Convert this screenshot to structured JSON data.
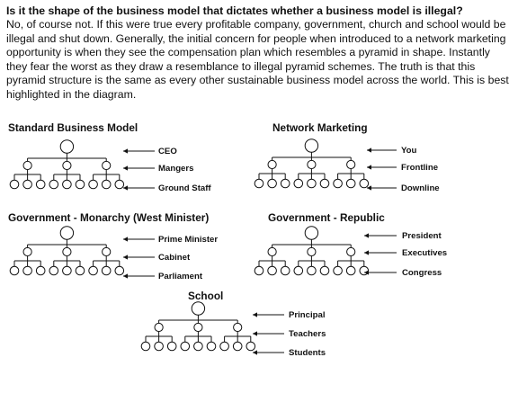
{
  "article": {
    "heading": "Is it the shape of the business model that dictates whether a business model is illegal?",
    "body": "No, of course not. If this were true every profitable company, government, church and school would be illegal and shut down. Generally, the initial concern for people when introduced to a network marketing opportunity is when they see the compensation plan which resembles a pyramid in shape. Instantly they fear the worst as they draw a resemblance to illegal pyramid schemes. The truth is that this pyramid structure is the same as every other sustainable business model across the world. This is best highlighted in the diagram."
  },
  "diagrams": [
    {
      "title": "Standard Business Model",
      "levels": [
        "CEO",
        "Mangers",
        "Ground Staff"
      ]
    },
    {
      "title": "Network Marketing",
      "levels": [
        "You",
        "Frontline",
        "Downline"
      ]
    },
    {
      "title": "Government - Monarchy (West Minister)",
      "levels": [
        "Prime Minister",
        "Cabinet",
        "Parliament"
      ]
    },
    {
      "title": "Government - Republic",
      "levels": [
        "President",
        "Executives",
        "Congress"
      ]
    },
    {
      "title": "School",
      "levels": [
        "Principal",
        "Teachers",
        "Students"
      ]
    }
  ],
  "colors": {
    "ink": "#111111",
    "background": "#ffffff"
  }
}
